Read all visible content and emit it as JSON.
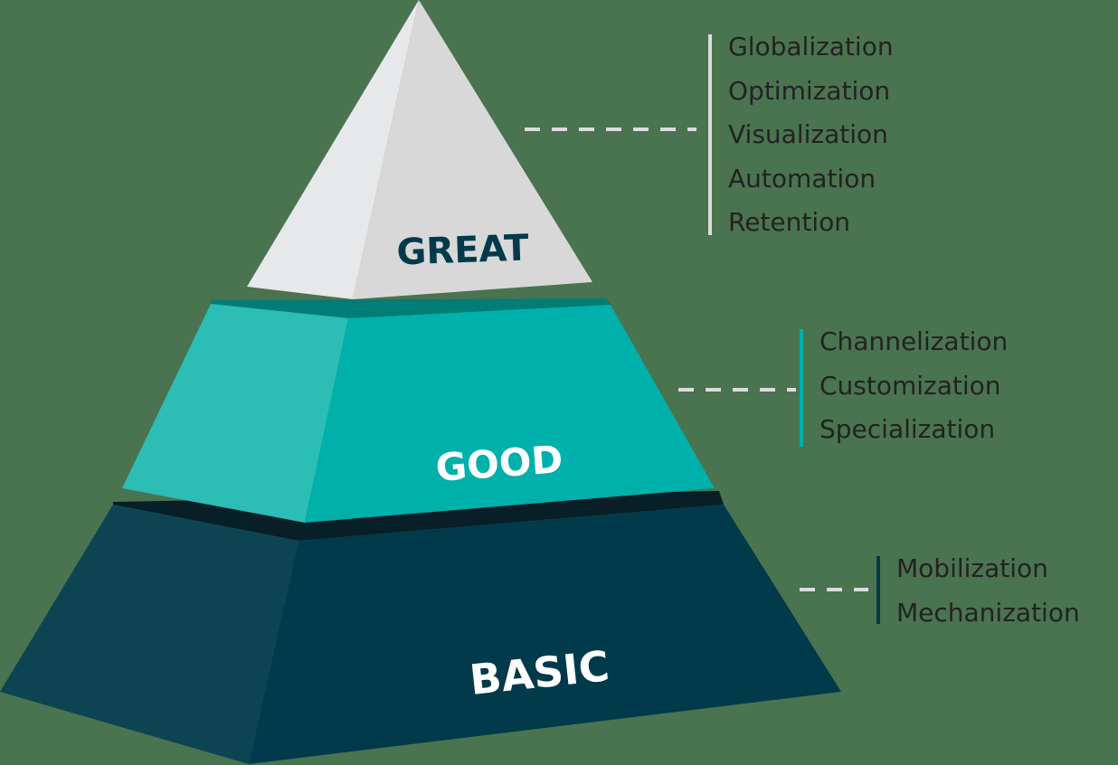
{
  "colors": {
    "background": "#4a7350",
    "great_left": "#e7e8ea",
    "great_right": "#d8d8d8",
    "good_left": "#2cbdb5",
    "good_right": "#00b0ab",
    "good_top": "#007d77",
    "basic_left": "#0c4452",
    "basic_right": "#013a4a",
    "basic_top": "#081f27",
    "connector": "#dddddd",
    "text": "#222222"
  },
  "tiers": [
    {
      "label": "GREAT",
      "label_color": "#003a4b",
      "bar_color": "#dddddd",
      "items": [
        "Globalization",
        "Optimization",
        "Visualization",
        "Automation",
        "Retention"
      ]
    },
    {
      "label": "GOOD",
      "label_color": "#ffffff",
      "bar_color": "#00b0ab",
      "items": [
        "Channelization",
        "Customization",
        "Specialization"
      ]
    },
    {
      "label": "BASIC",
      "label_color": "#ffffff",
      "bar_color": "#013a4a",
      "items": [
        "Mobilization",
        "Mechanization"
      ]
    }
  ]
}
